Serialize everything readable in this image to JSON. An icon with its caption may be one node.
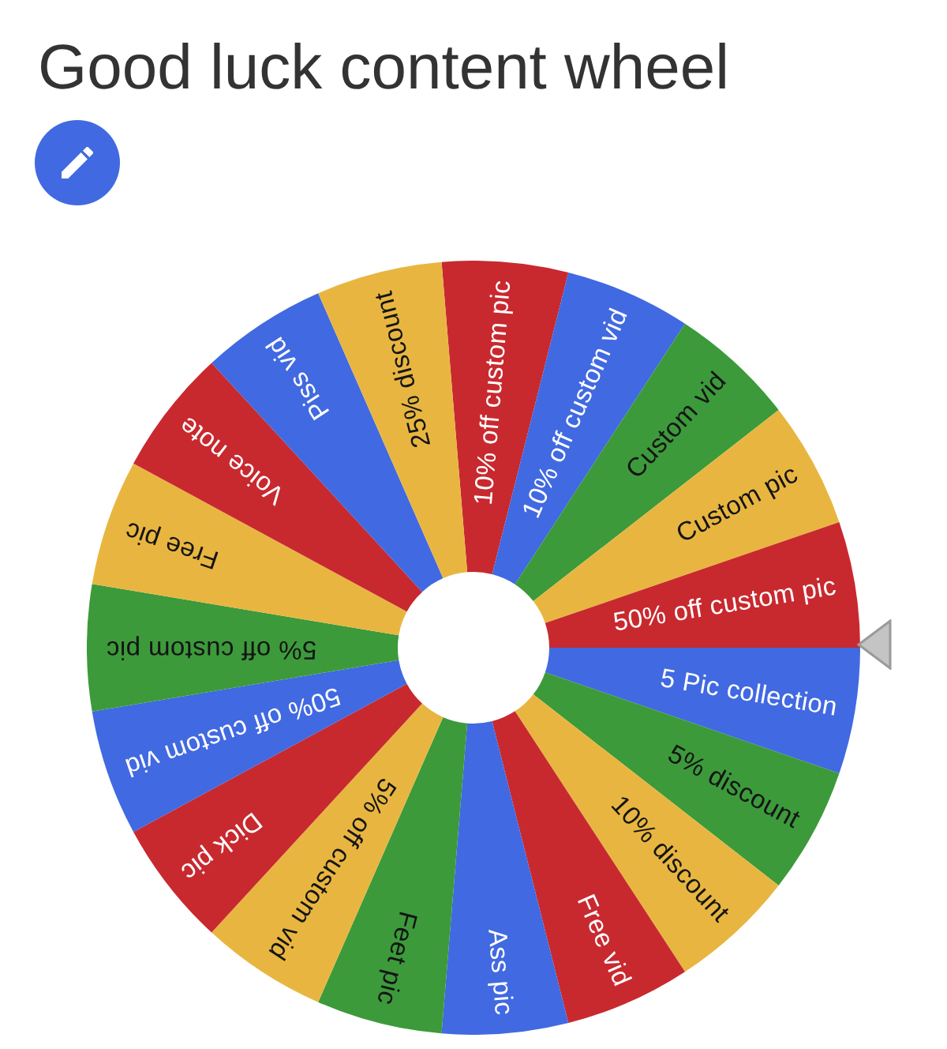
{
  "diagram": {
    "title": "Good luck content wheel",
    "nodes": [
      {
        "text": [
          "10% off custom pic"
        ]
      },
      {
        "text": [
          "10% off custom vid"
        ]
      },
      {
        "text": [
          "Custom vid"
        ]
      },
      {
        "text": [
          "Custom pic"
        ]
      },
      {
        "text": [
          "50% off custom pic"
        ]
      },
      {
        "text": [
          "5 Pic collection"
        ]
      },
      {
        "text": [
          "5% discount"
        ]
      },
      {
        "text": [
          "10% discount"
        ]
      },
      {
        "text": [
          "Free vid"
        ]
      },
      {
        "text": [
          "Ass pic"
        ]
      },
      {
        "text": [
          "Feet pic"
        ]
      },
      {
        "text": [
          "5% off custom vid"
        ]
      },
      {
        "text": [
          "Dick pic"
        ]
      },
      {
        "text": [
          "50% off custom vid"
        ]
      },
      {
        "text": [
          "5% off custom pic"
        ]
      },
      {
        "text": [
          "Free pic"
        ]
      },
      {
        "text": [
          "Voice note"
        ]
      },
      {
        "text": [
          "Piss vid"
        ]
      },
      {
        "text": [
          "25% discount"
        ]
      }
    ]
  }
}
